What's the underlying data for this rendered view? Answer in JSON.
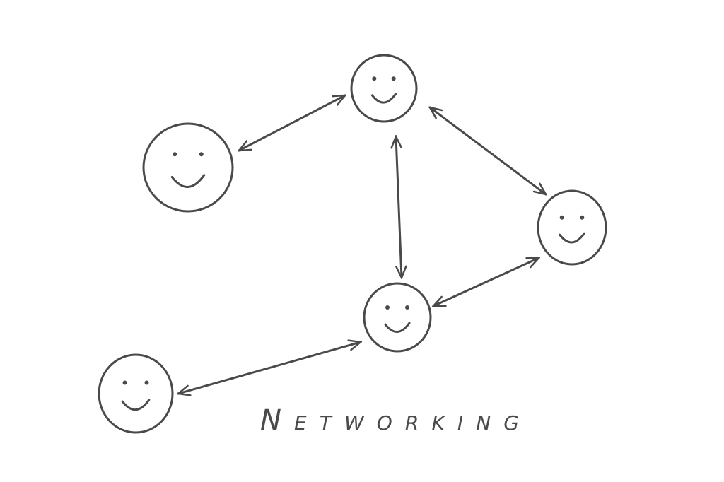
{
  "title": "Networking",
  "nodes": [
    {
      "id": "top",
      "icon": "smiley-face-icon"
    },
    {
      "id": "left",
      "icon": "smiley-face-icon"
    },
    {
      "id": "right",
      "icon": "smiley-face-icon"
    },
    {
      "id": "middle",
      "icon": "smiley-face-icon"
    },
    {
      "id": "bottom-left",
      "icon": "smiley-face-icon"
    }
  ],
  "edges": [
    {
      "from": "left",
      "to": "top",
      "type": "bidirectional"
    },
    {
      "from": "top",
      "to": "right",
      "type": "bidirectional"
    },
    {
      "from": "top",
      "to": "middle",
      "type": "bidirectional"
    },
    {
      "from": "right",
      "to": "middle",
      "type": "bidirectional"
    },
    {
      "from": "middle",
      "to": "bottom-left",
      "type": "bidirectional"
    }
  ]
}
